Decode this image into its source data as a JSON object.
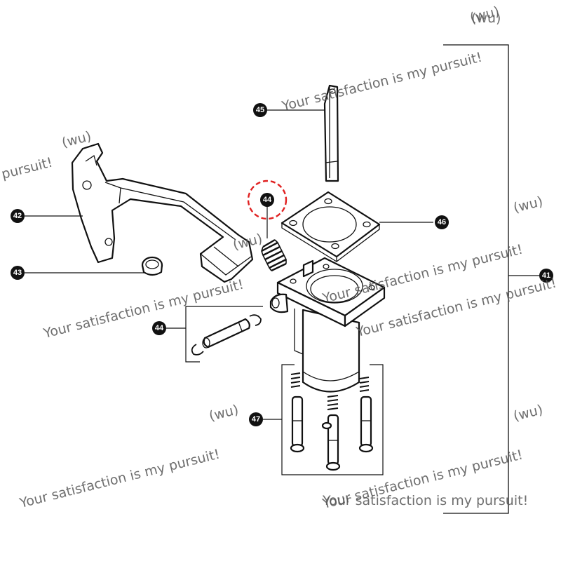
{
  "callouts": [
    {
      "id": "41",
      "label": "41"
    },
    {
      "id": "42",
      "label": "42"
    },
    {
      "id": "43",
      "label": "43"
    },
    {
      "id": "44a",
      "label": "44"
    },
    {
      "id": "44b",
      "label": "44"
    },
    {
      "id": "45",
      "label": "45"
    },
    {
      "id": "46",
      "label": "46"
    },
    {
      "id": "47",
      "label": "47"
    }
  ],
  "highlight_color": "#e02020",
  "watermarks": [
    "(wu)",
    "Your satisfaction is my pursuit!",
    "pursuit!",
    "(wu)",
    "(wu)",
    "(wu)",
    "Your satisfaction is my pursuit!",
    "Your satisfaction is my pursuit!",
    "Your satisfaction is my pursuit!",
    "(wu)",
    "Your satisfaction is my pursuit!",
    "(wu)",
    "Your satisfaction is my pursuit!",
    "(wu)",
    "Your satisfaction is my pursuit!"
  ]
}
